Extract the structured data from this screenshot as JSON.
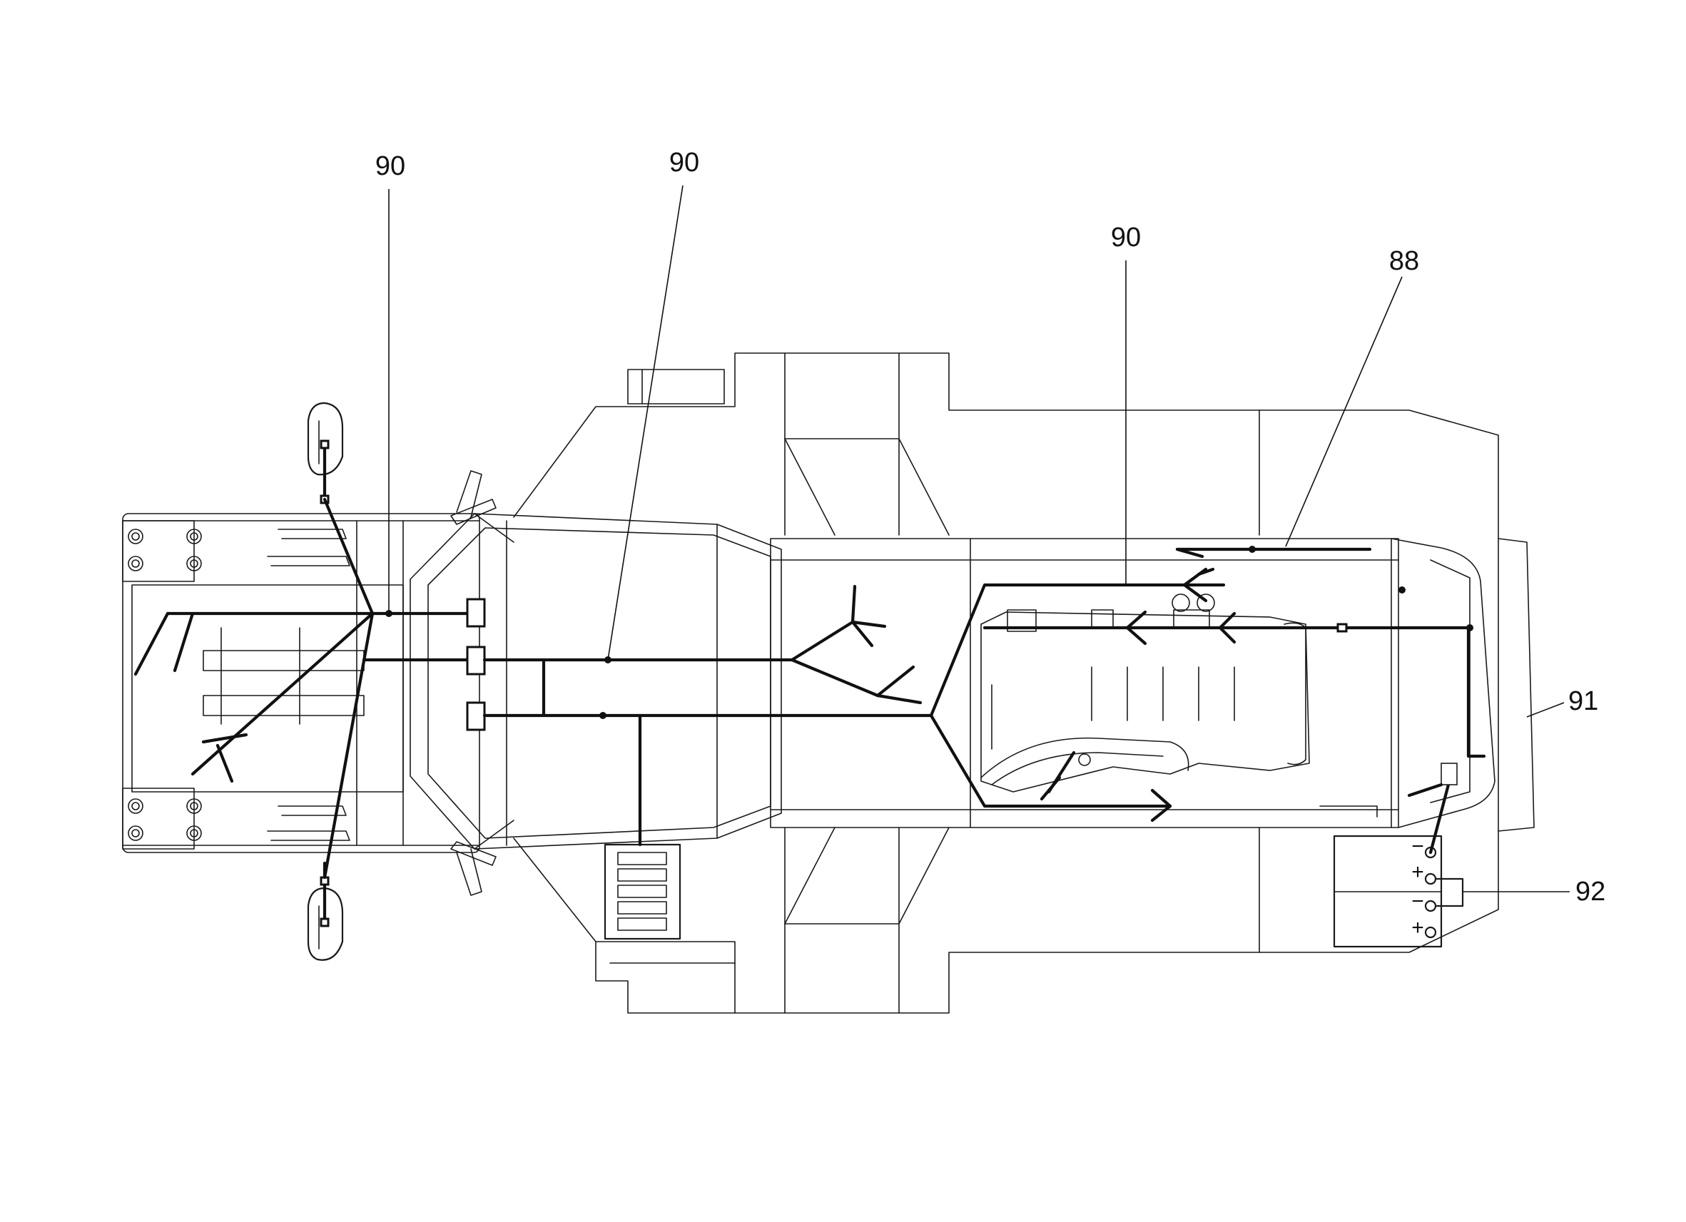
{
  "callouts": {
    "c1": "90",
    "c2": "90",
    "c3": "90",
    "c4": "88",
    "c5": "91",
    "c6": "92"
  },
  "battery": {
    "terminal_1": "−",
    "terminal_2": "+",
    "terminal_3": "−",
    "terminal_4": "+"
  }
}
